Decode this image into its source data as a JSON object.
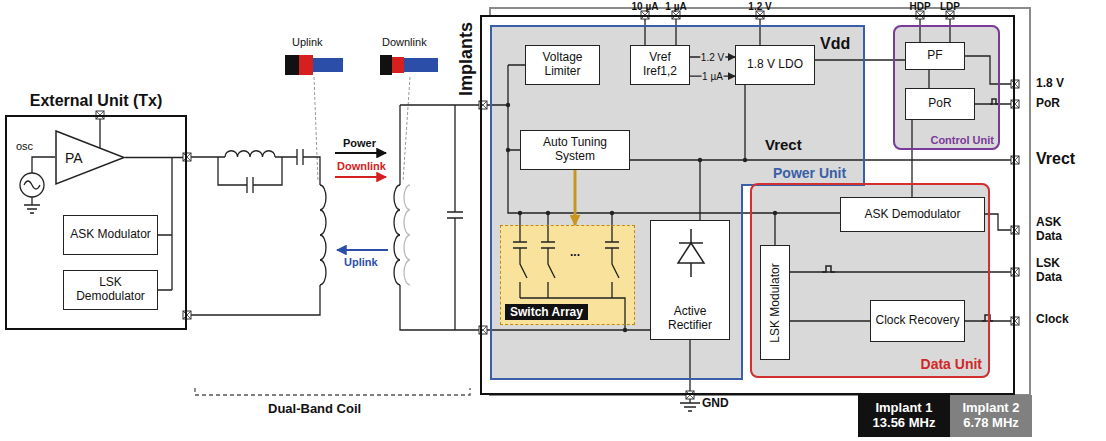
{
  "diagram": {
    "nodes": [
      {
        "text": [
          "External Unit (Tx)"
        ]
      },
      {
        "text": [
          "PA"
        ],
        "in": 0
      },
      {
        "text": [
          "ASK Modulator"
        ],
        "in": 0
      },
      {
        "text": [
          "LSK Demodulator"
        ],
        "in": 0
      },
      {
        "text": [
          "Implants"
        ]
      },
      {
        "text": [
          "Power Unit"
        ],
        "in": 4
      },
      {
        "text": [
          "Voltage Limiter"
        ],
        "in": 5
      },
      {
        "text": [
          "Vref Iref1,2"
        ],
        "in": 5
      },
      {
        "text": [
          "1.8 V LDO"
        ],
        "in": 5
      },
      {
        "text": [
          "Auto Tuning System"
        ],
        "in": 5
      },
      {
        "text": [
          "Switch Array"
        ],
        "in": 5
      },
      {
        "text": [
          "Active Rectifier"
        ],
        "in": 5
      },
      {
        "text": [
          "Control Unit"
        ],
        "in": 4
      },
      {
        "text": [
          "PF"
        ],
        "in": 12
      },
      {
        "text": [
          "PoR"
        ],
        "in": 12
      },
      {
        "text": [
          "Data Unit"
        ],
        "in": 4
      },
      {
        "text": [
          "ASK Demodulator"
        ],
        "in": 15
      },
      {
        "text": [
          "LSK Modulator"
        ],
        "in": 15
      },
      {
        "text": [
          "Clock Recovery"
        ],
        "in": 15
      },
      {
        "text": [
          "Implant 1 13.56 MHz"
        ]
      },
      {
        "text": [
          "Implant 2 6.78 MHz"
        ]
      }
    ],
    "edges": [
      {
        "from": 7,
        "to": 8,
        "arrow": "to",
        "label": "1.2 V"
      },
      {
        "from": 7,
        "to": 8,
        "arrow": "to",
        "label": "1 µA"
      },
      {
        "from": 9,
        "to": 10,
        "arrow": "to"
      },
      {
        "from": 8,
        "to": 13,
        "arrow": "none"
      },
      {
        "from": 13,
        "to": 14,
        "arrow": "none"
      },
      {
        "from": 16,
        "to": 14,
        "arrow": "none"
      },
      {
        "from": 18,
        "to": 17,
        "arrow": "none"
      }
    ],
    "labels": [
      "osc",
      "Uplink",
      "Downlink",
      "Power",
      "Downlink",
      "Uplink",
      "Dual-Band Coil",
      "10 µA",
      "1 µA",
      "1.2 V",
      "HDP",
      "LDP",
      "Vdd",
      "Vrect",
      "1.8 V",
      "PoR",
      "Vrect",
      "ASK Data",
      "LSK Data",
      "Clock",
      "GND",
      "..."
    ]
  }
}
